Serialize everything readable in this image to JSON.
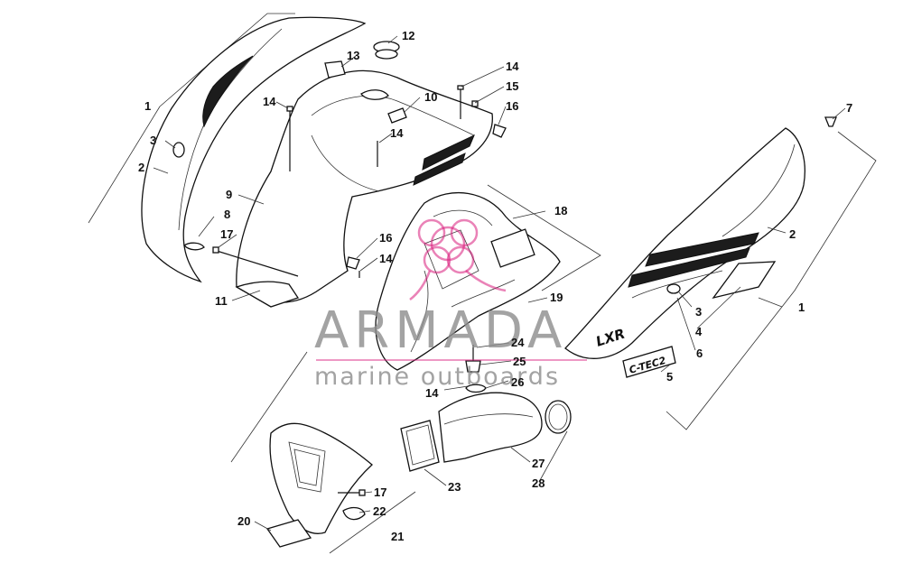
{
  "callouts": [
    {
      "id": "c1a",
      "label": "1"
    },
    {
      "id": "c3a",
      "label": "3"
    },
    {
      "id": "c2a",
      "label": "2"
    },
    {
      "id": "c13",
      "label": "13"
    },
    {
      "id": "c12",
      "label": "12"
    },
    {
      "id": "c14a",
      "label": "14"
    },
    {
      "id": "c10",
      "label": "10"
    },
    {
      "id": "c14b",
      "label": "14"
    },
    {
      "id": "c14c",
      "label": "14"
    },
    {
      "id": "c15",
      "label": "15"
    },
    {
      "id": "c16a",
      "label": "16"
    },
    {
      "id": "c9",
      "label": "9"
    },
    {
      "id": "c8",
      "label": "8"
    },
    {
      "id": "c17a",
      "label": "17"
    },
    {
      "id": "c11",
      "label": "11"
    },
    {
      "id": "c16b",
      "label": "16"
    },
    {
      "id": "c14d",
      "label": "14"
    },
    {
      "id": "c18",
      "label": "18"
    },
    {
      "id": "c19",
      "label": "19"
    },
    {
      "id": "c24",
      "label": "24"
    },
    {
      "id": "c25",
      "label": "25"
    },
    {
      "id": "c14e",
      "label": "14"
    },
    {
      "id": "c26",
      "label": "26"
    },
    {
      "id": "c7",
      "label": "7"
    },
    {
      "id": "c2b",
      "label": "2"
    },
    {
      "id": "c1b",
      "label": "1"
    },
    {
      "id": "c3b",
      "label": "3"
    },
    {
      "id": "c4",
      "label": "4"
    },
    {
      "id": "c6",
      "label": "6"
    },
    {
      "id": "c5",
      "label": "5"
    },
    {
      "id": "c23",
      "label": "23"
    },
    {
      "id": "c27",
      "label": "27"
    },
    {
      "id": "c28",
      "label": "28"
    },
    {
      "id": "c17b",
      "label": "17"
    },
    {
      "id": "c22",
      "label": "22"
    },
    {
      "id": "c20",
      "label": "20"
    },
    {
      "id": "c21",
      "label": "21"
    }
  ],
  "decals": {
    "model": "LXR",
    "engine": "C-TEC2"
  },
  "watermark": {
    "brand": "ARMADA",
    "tagline": "marine outboards",
    "logo": "armada-flower-logo"
  }
}
